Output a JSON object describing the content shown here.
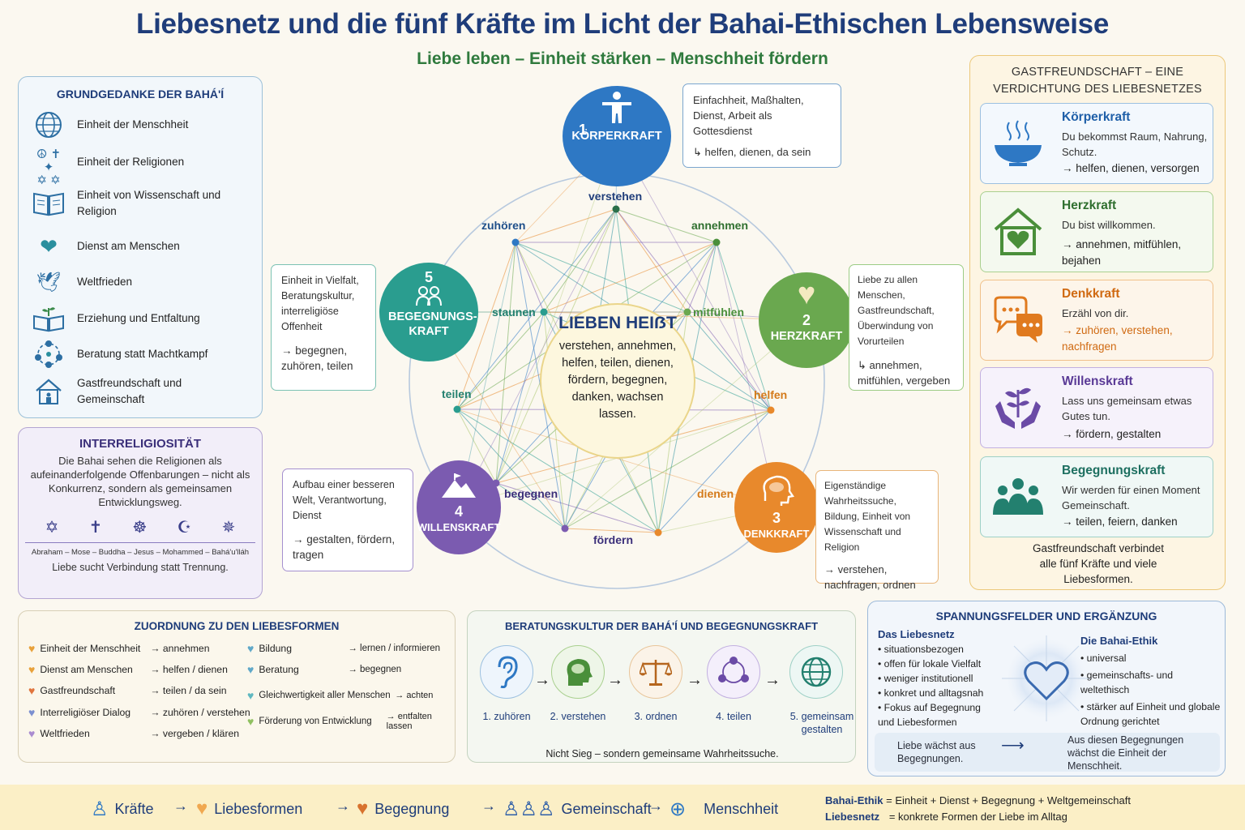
{
  "title": "Liebesnetz und die fünf Kräfte im Licht der Bahai-Ethischen Lebensweise",
  "subtitle": "Liebe leben – Einheit stärken – Menschheit fördern",
  "grundgedanke": {
    "heading": "GRUNDGEDANKE DER BAHÁ'Í",
    "items": [
      {
        "icon": "globe-icon",
        "label": "Einheit der Menschheit"
      },
      {
        "icon": "religious-symbols-icon",
        "label": "Einheit der Religionen"
      },
      {
        "icon": "book-icon",
        "label": "Einheit von Wissenschaft und Religion"
      },
      {
        "icon": "hands-heart-icon",
        "label": "Dienst am Menschen"
      },
      {
        "icon": "dove-icon",
        "label": "Weltfrieden"
      },
      {
        "icon": "book-plant-icon",
        "label": "Erziehung und Entfaltung"
      },
      {
        "icon": "people-circle-icon",
        "label": "Beratung statt Machtkampf"
      },
      {
        "icon": "house-icon",
        "label": "Gastfreundschaft und Gemeinschaft"
      }
    ]
  },
  "interreligiositaet": {
    "heading": "INTERRELIGIOSITÄT",
    "text": "Die Bahai sehen die Religionen als aufeinanderfolgende Offenbarungen – nicht als Konkurrenz, sondern als gemeinsamen Entwicklungsweg.",
    "symbols": [
      "✡",
      "✝",
      "☸",
      "☪",
      "✵"
    ],
    "timeline": "Abraham – Mose – Buddha – Jesus – Mohammed – Bahá'u'lláh",
    "footer": "Liebe sucht Verbindung statt Trennung."
  },
  "kraefte": [
    {
      "num": "1",
      "name": "KÖRPERKRAFT",
      "color": "#2e78c4",
      "icon": "person-icon"
    },
    {
      "num": "2",
      "name": "HERZKRAFT",
      "color": "#6aa84f",
      "icon": "heart-icon"
    },
    {
      "num": "3",
      "name": "DENKKRAFT",
      "color": "#e8892c",
      "icon": "brain-head-icon"
    },
    {
      "num": "4",
      "name": "WILLENSKRAFT",
      "color": "#7b5bb0",
      "icon": "mountain-flag-icon"
    },
    {
      "num": "5",
      "name": "BEGEGNUNGS-KRAFT",
      "color": "#2a9d8f",
      "icon": "people-icon"
    }
  ],
  "notes": {
    "n1": {
      "text": "Einfachheit, Maßhalten, Dienst, Arbeit als Gottesdienst",
      "arrow": "↳ helfen, dienen, da sein"
    },
    "n2": {
      "text": "Liebe zu allen Menschen, Gastfreundschaft, Überwindung von Vorurteilen",
      "arrow": "↳ annehmen, mitfühlen, vergeben"
    },
    "n3": {
      "text": "Eigenständige Wahrheitssuche, Bildung, Einheit von Wissenschaft und Religion",
      "arrow": "→ verstehen, nachfragen, ordnen"
    },
    "n4": {
      "text": "Aufbau einer besseren Welt, Verantwortung, Dienst",
      "arrow": "→ gestalten, fördern, tragen"
    },
    "n5": {
      "text": "Einheit in Vielfalt, Beratungskultur, interreligiöse Offenheit",
      "arrow": "→ begegnen, zuhören, teilen"
    }
  },
  "center": {
    "heading": "LIEBEN HEIẞT",
    "text": "verstehen, annehmen, helfen, teilen, dienen, fördern, begegnen, danken, wachsen lassen."
  },
  "network_labels": [
    "verstehen",
    "annehmen",
    "mitfühlen",
    "helfen",
    "dienen",
    "fördern",
    "begegnen",
    "teilen",
    "staunen",
    "zuhören"
  ],
  "gastfreundschaft": {
    "heading": "GASTFREUNDSCHAFT – EINE VERDICHTUNG DES LIEBESNETZES",
    "cards": [
      {
        "title": "Körperkraft",
        "text": "Du bekommst Raum, Nahrung, Schutz.",
        "arrow": "→ helfen, dienen, versorgen",
        "color": "#2e78c4",
        "icon": "steaming-bowl-icon"
      },
      {
        "title": "Herzkraft",
        "text": "Du bist willkommen.",
        "arrow": "→ annehmen, mitfühlen, bejahen",
        "color": "#4a8f3a",
        "icon": "house-heart-icon"
      },
      {
        "title": "Denkkraft",
        "text": "Erzähl von dir.",
        "arrow": "→ zuhören, verstehen, nachfragen",
        "color": "#e07a1f",
        "icon": "speech-bubbles-icon"
      },
      {
        "title": "Willenskraft",
        "text": "Lass uns gemeinsam etwas Gutes tun.",
        "arrow": "→ fördern, gestalten",
        "color": "#6b4ba6",
        "icon": "hands-plant-icon"
      },
      {
        "title": "Begegnungskraft",
        "text": "Wir werden für einen Moment Gemeinschaft.",
        "arrow": "→ teilen, feiern, danken",
        "color": "#23806f",
        "icon": "group-icon"
      }
    ],
    "footer": "Gastfreundschaft verbindet alle fünf Kräfte und viele Liebesformen."
  },
  "zuordnung": {
    "heading": "ZUORDNUNG ZU DEN LIEBESFORMEN",
    "left": [
      {
        "label": "Einheit der Menschheit",
        "arrow": "→ annehmen",
        "color": "#e8a13a"
      },
      {
        "label": "Dienst am Menschen",
        "arrow": "→ helfen / dienen",
        "color": "#e8a13a"
      },
      {
        "label": "Gastfreundschaft",
        "arrow": "→ teilen / da sein",
        "color": "#e0743d"
      },
      {
        "label": "Interreligiöser Dialog",
        "arrow": "→ zuhören / verstehen",
        "color": "#7b8fd0"
      },
      {
        "label": "Weltfrieden",
        "arrow": "→ vergeben / klären",
        "color": "#a98bd0"
      }
    ],
    "right": [
      {
        "label": "Bildung",
        "arrow": "→ lernen / informieren",
        "color": "#5fa8c8"
      },
      {
        "label": "Beratung",
        "arrow": "→ begegnen",
        "color": "#5fa8c8"
      },
      {
        "label": "Gleichwertigkeit aller Menschen",
        "arrow": "→ achten",
        "color": "#5fb8c0"
      },
      {
        "label": "Förderung von Entwicklung",
        "arrow": "→ entfalten lassen",
        "color": "#8fc060"
      }
    ]
  },
  "beratung": {
    "heading": "BERATUNGSKULTUR DER BAHÁ'Í UND BEGEGNUNGSKRAFT",
    "steps": [
      {
        "label": "1. zuhören",
        "icon": "ear-icon",
        "color": "#2e78c4"
      },
      {
        "label": "2. verstehen",
        "icon": "brain-head-icon",
        "color": "#4a8f3a"
      },
      {
        "label": "3. ordnen",
        "icon": "scales-icon",
        "color": "#b5651d"
      },
      {
        "label": "4. teilen",
        "icon": "cycle-people-icon",
        "color": "#6b4ba6"
      },
      {
        "label": "5. gemeinsam gestalten",
        "icon": "globe-icon",
        "color": "#23806f"
      }
    ],
    "footer": "Nicht Sieg – sondern gemeinsame Wahrheitssuche."
  },
  "spannung": {
    "heading": "SPANNUNGSFELDER UND ERGÄNZUNG",
    "left_title": "Das Liebesnetz",
    "left_items": [
      "situationsbezogen",
      "offen für lokale Vielfalt",
      "weniger institutionell",
      "konkret und alltagsnah",
      "Fokus auf Begegnung und Liebesformen"
    ],
    "right_title": "Die Bahai-Ethik",
    "right_items": [
      "universal",
      "gemeinschafts- und weltethisch",
      "stärker auf Einheit und globale Ordnung gerichtet"
    ],
    "bar_left": "Liebe wächst aus Begegnungen.",
    "bar_right": "Aus diesen Begegnungen wächst die Einheit der Menschheit."
  },
  "footer": {
    "chain": [
      {
        "label": "Kräfte",
        "icon": "person-icon"
      },
      {
        "label": "Liebesformen",
        "icon": "heart-icon"
      },
      {
        "label": "Begegnung",
        "icon": "heart-icon"
      },
      {
        "label": "Gemeinschaft",
        "icon": "group-icon"
      },
      {
        "label": "Menschheit",
        "icon": "globe-icon"
      }
    ],
    "line1_key": "Bahai-Ethik",
    "line1_val": "= Einheit + Dienst + Begegnung + Weltgemeinschaft",
    "line2_key": "Liebesnetz",
    "line2_val": "= konkrete Formen der Liebe im Alltag"
  }
}
